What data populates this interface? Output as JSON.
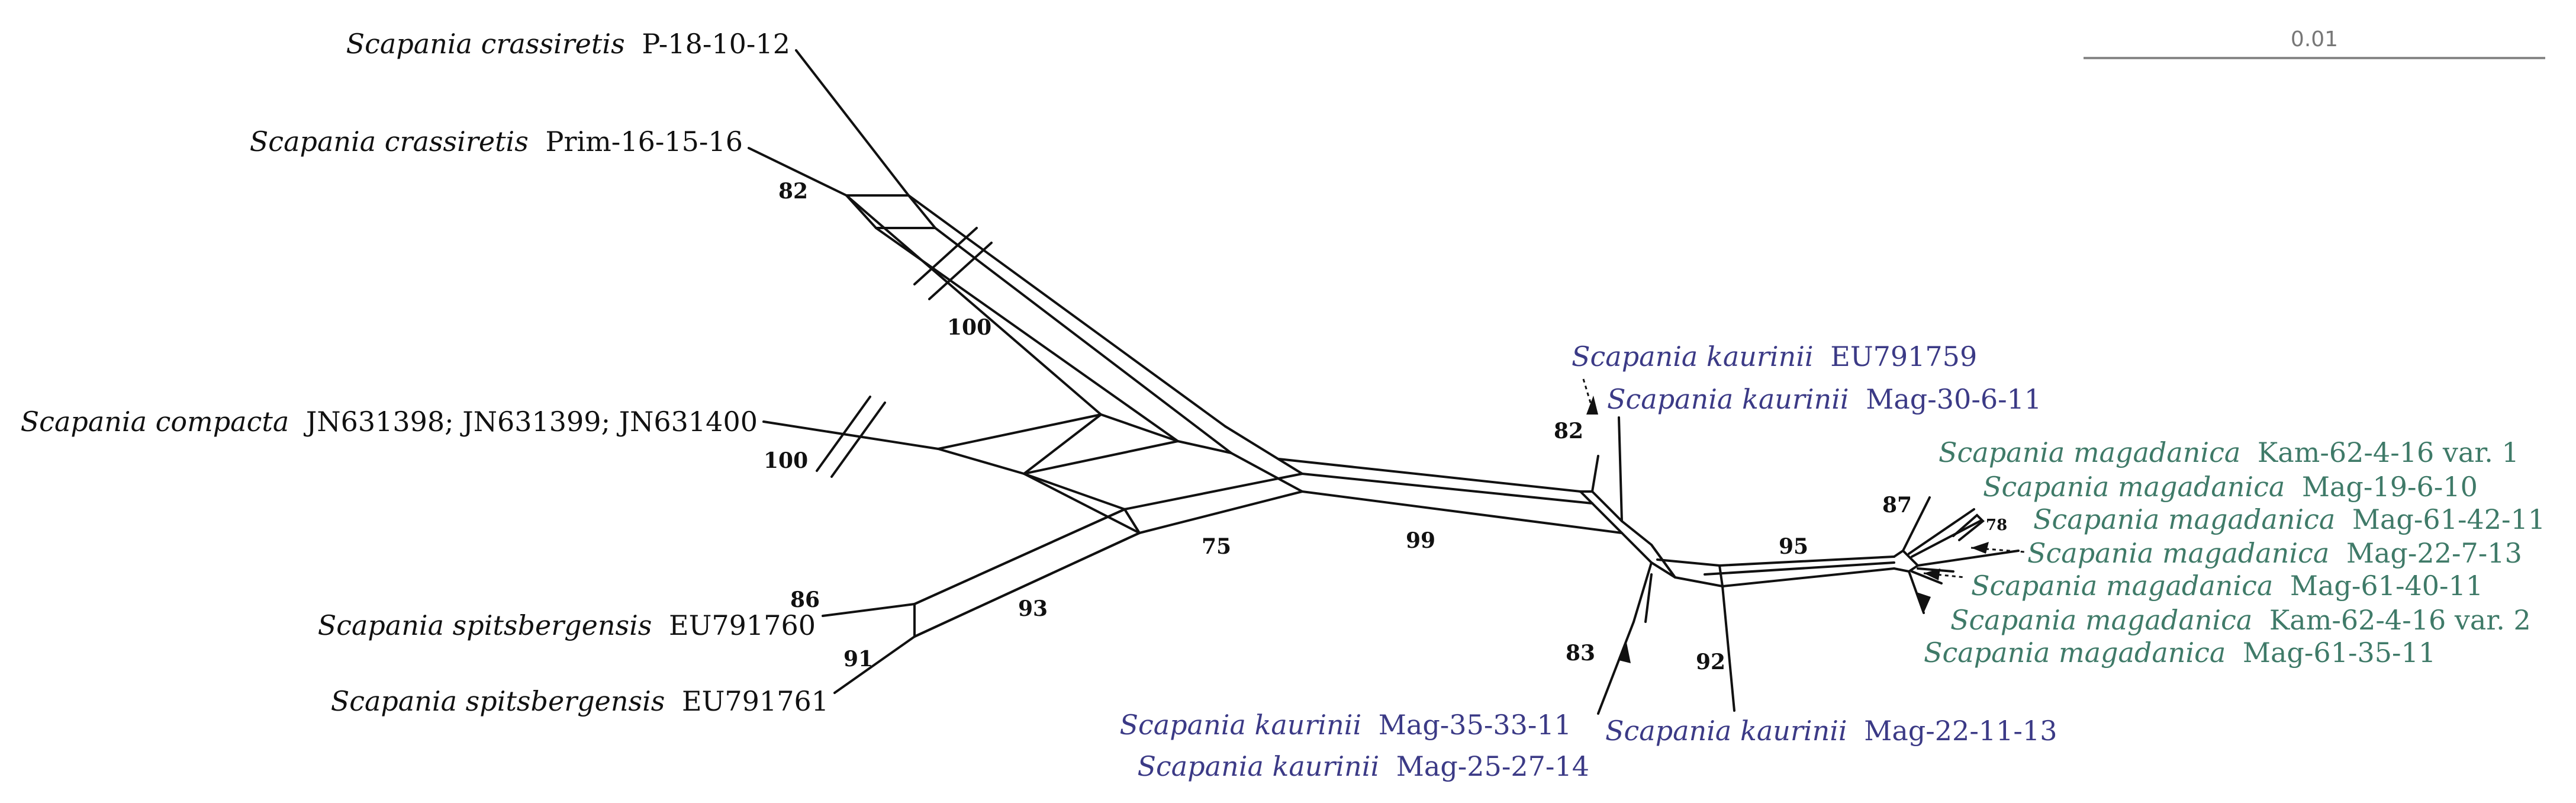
{
  "colors": {
    "black": "#111111",
    "kaurinii": "#3b3a86",
    "magadanica": "#3f7a68",
    "scale": "#888888"
  },
  "scale_bar": {
    "label": "0.01"
  },
  "taxa": [
    {
      "id": "crassiretis1",
      "genus": "Scapania crassiretis",
      "specimen": "P-18-10-12",
      "color": "#111111"
    },
    {
      "id": "crassiretis2",
      "genus": "Scapania crassiretis",
      "specimen": "Prim-16-15-16",
      "color": "#111111"
    },
    {
      "id": "compacta",
      "genus": "Scapania compacta",
      "specimen": "JN631398; JN631399; JN631400",
      "color": "#111111"
    },
    {
      "id": "spits1",
      "genus": "Scapania spitsbergensis",
      "specimen": "EU791760",
      "color": "#111111"
    },
    {
      "id": "spits2",
      "genus": "Scapania spitsbergensis",
      "specimen": "EU791761",
      "color": "#111111"
    },
    {
      "id": "kaur1",
      "genus": "Scapania kaurinii",
      "specimen": "EU791759",
      "color": "#3b3a86"
    },
    {
      "id": "kaur2",
      "genus": "Scapania kaurinii",
      "specimen": "Mag-30-6-11",
      "color": "#3b3a86"
    },
    {
      "id": "kaur3",
      "genus": "Scapania kaurinii",
      "specimen": "Mag-35-33-11",
      "color": "#3b3a86"
    },
    {
      "id": "kaur4",
      "genus": "Scapania kaurinii",
      "specimen": "Mag-25-27-14",
      "color": "#3b3a86"
    },
    {
      "id": "kaur5",
      "genus": "Scapania kaurinii",
      "specimen": "Mag-22-11-13",
      "color": "#3b3a86"
    },
    {
      "id": "mag1",
      "genus": "Scapania magadanica",
      "specimen": "Kam-62-4-16 var. 1",
      "color": "#3f7a68"
    },
    {
      "id": "mag2",
      "genus": "Scapania magadanica",
      "specimen": "Mag-19-6-10",
      "color": "#3f7a68"
    },
    {
      "id": "mag3",
      "genus": "Scapania magadanica",
      "specimen": "Mag-61-42-11",
      "color": "#3f7a68"
    },
    {
      "id": "mag4",
      "genus": "Scapania magadanica",
      "specimen": "Mag-22-7-13",
      "color": "#3f7a68"
    },
    {
      "id": "mag5",
      "genus": "Scapania magadanica",
      "specimen": "Mag-61-40-11",
      "color": "#3f7a68"
    },
    {
      "id": "mag6",
      "genus": "Scapania magadanica",
      "specimen": "Kam-62-4-16 var. 2",
      "color": "#3f7a68"
    },
    {
      "id": "mag7",
      "genus": "Scapania magadanica",
      "specimen": "Mag-61-35-11",
      "color": "#3f7a68"
    }
  ],
  "support_values": [
    {
      "id": "s82a",
      "value": "82"
    },
    {
      "id": "s100a",
      "value": "100"
    },
    {
      "id": "s100b",
      "value": "100"
    },
    {
      "id": "s86",
      "value": "86"
    },
    {
      "id": "s91",
      "value": "91"
    },
    {
      "id": "s93",
      "value": "93"
    },
    {
      "id": "s75",
      "value": "75"
    },
    {
      "id": "s99",
      "value": "99"
    },
    {
      "id": "s82b",
      "value": "82"
    },
    {
      "id": "s83",
      "value": "83"
    },
    {
      "id": "s92",
      "value": "92"
    },
    {
      "id": "s95",
      "value": "95"
    },
    {
      "id": "s87",
      "value": "87"
    },
    {
      "id": "s78",
      "value": "78"
    }
  ]
}
